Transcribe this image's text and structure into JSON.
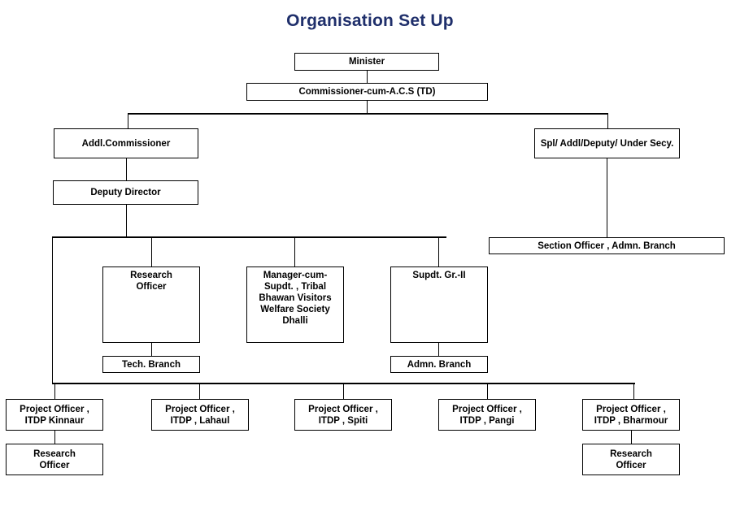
{
  "title": "Organisation Set Up",
  "colors": {
    "title": "#1f2f6b",
    "box_border": "#000000",
    "background": "#ffffff",
    "connector": "#000000"
  },
  "nodes": {
    "minister": "Minister",
    "commissioner": "Commissioner-cum-A.C.S (TD)",
    "addl_commissioner": "Addl.Commissioner",
    "spl_secy": "Spl/ Addl/Deputy/ Under Secy.",
    "deputy_director": "Deputy Director",
    "section_officer_admn": "Section Officer , Admn. Branch",
    "research_officer_hq": "Research\nOfficer",
    "manager_cum_supdt": "Manager-cum-\nSupdt. , Tribal\nBhawan Visitors\nWelfare Society\nDhalli",
    "supdt_gr2": "Supdt. Gr.-II",
    "tech_branch": "Tech. Branch",
    "admn_branch": "Admn. Branch",
    "po_kinnaur": "Project Officer ,\nITDP Kinnaur",
    "po_lahaul": "Project Officer ,\nITDP , Lahaul",
    "po_spiti": "Project Officer ,\nITDP , Spiti",
    "po_pangi": "Project Officer ,\nITDP , Pangi",
    "po_bharmour": "Project Officer ,\nITDP , Bharmour",
    "research_officer_kinnaur": "Research\nOfficer",
    "research_officer_bharmour": "Research\nOfficer"
  },
  "chart_data": {
    "type": "diagram",
    "diagram_type": "organisation-chart",
    "title": "Organisation Set Up",
    "levels": [
      {
        "level": 1,
        "nodes": [
          "Minister"
        ]
      },
      {
        "level": 2,
        "nodes": [
          "Commissioner-cum-A.C.S (TD)"
        ]
      },
      {
        "level": 3,
        "nodes": [
          "Addl.Commissioner",
          "Spl/ Addl/Deputy/ Under Secy."
        ]
      },
      {
        "level": 4,
        "nodes": [
          "Deputy Director",
          "Section Officer , Admn. Branch"
        ]
      },
      {
        "level": 5,
        "nodes": [
          "Research Officer",
          "Manager-cum-Supdt. , Tribal Bhawan Visitors Welfare Society Dhalli",
          "Supdt. Gr.-II"
        ]
      },
      {
        "level": 6,
        "nodes": [
          "Tech. Branch",
          "Admn. Branch"
        ]
      },
      {
        "level": 7,
        "nodes": [
          "Project Officer , ITDP Kinnaur",
          "Project Officer , ITDP , Lahaul",
          "Project Officer , ITDP , Spiti",
          "Project Officer , ITDP , Pangi",
          "Project Officer , ITDP , Bharmour"
        ]
      },
      {
        "level": 8,
        "nodes": [
          "Research Officer",
          "Research Officer"
        ]
      }
    ],
    "edges": [
      {
        "from": "Minister",
        "to": "Commissioner-cum-A.C.S (TD)"
      },
      {
        "from": "Commissioner-cum-A.C.S (TD)",
        "to": "Addl.Commissioner"
      },
      {
        "from": "Commissioner-cum-A.C.S (TD)",
        "to": "Spl/ Addl/Deputy/ Under Secy."
      },
      {
        "from": "Addl.Commissioner",
        "to": "Deputy Director"
      },
      {
        "from": "Spl/ Addl/Deputy/ Under Secy.",
        "to": "Section Officer , Admn. Branch"
      },
      {
        "from": "Deputy Director",
        "to": "Research Officer"
      },
      {
        "from": "Deputy Director",
        "to": "Manager-cum-Supdt. , Tribal Bhawan Visitors Welfare Society Dhalli"
      },
      {
        "from": "Deputy Director",
        "to": "Supdt. Gr.-II"
      },
      {
        "from": "Deputy Director",
        "to": "Project Officer , ITDP Kinnaur"
      },
      {
        "from": "Research Officer",
        "to": "Tech. Branch"
      },
      {
        "from": "Supdt. Gr.-II",
        "to": "Admn. Branch"
      },
      {
        "from": "Project Officer , ITDP Kinnaur",
        "to": "Research Officer"
      },
      {
        "from": "Project Officer , ITDP , Bharmour",
        "to": "Research Officer"
      }
    ]
  }
}
